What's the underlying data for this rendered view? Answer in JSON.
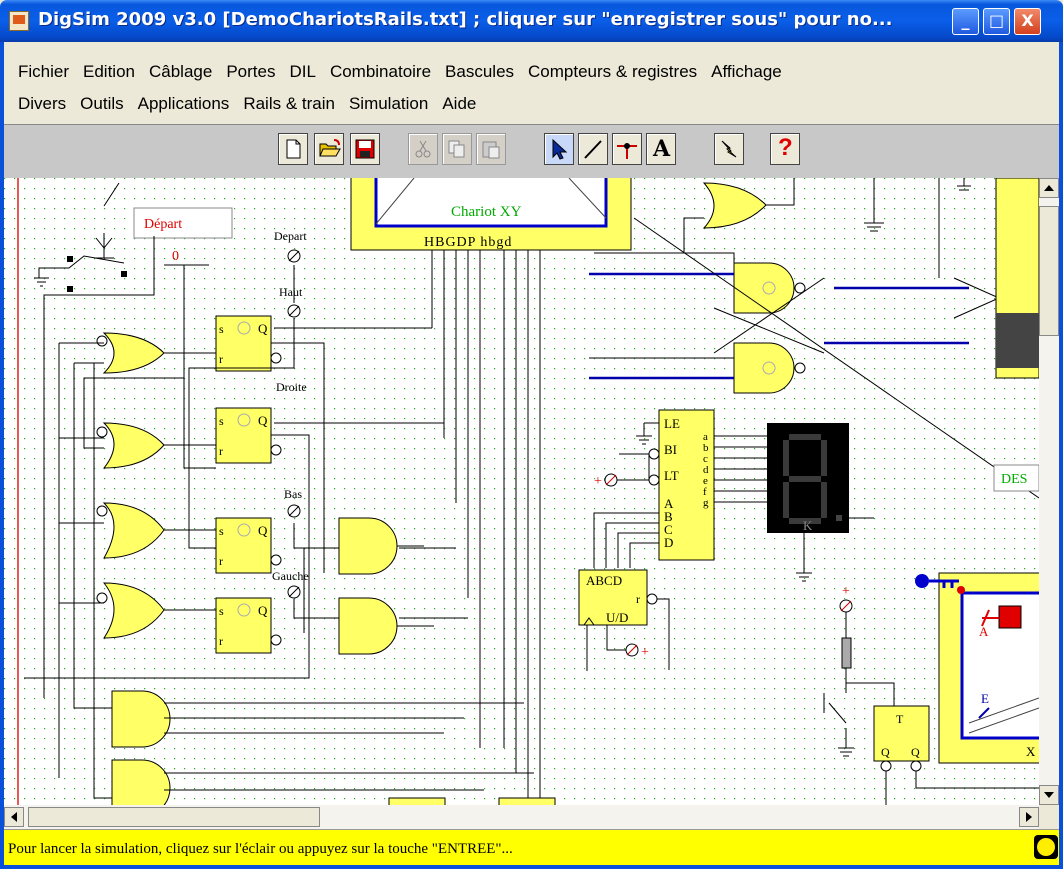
{
  "window": {
    "title": "DigSim 2009 v3.0 [DemoChariotsRails.txt] ;  cliquer sur \"enregistrer sous\" pour no...",
    "buttons": [
      "_",
      "□",
      "X"
    ]
  },
  "menu": {
    "row1": [
      "Fichier",
      "Edition",
      "Câblage",
      "Portes",
      "DIL",
      "Combinatoire",
      "Bascules",
      "Compteurs & registres",
      "Affichage"
    ],
    "row2": [
      "Divers",
      "Outils",
      "Applications",
      "Rails & train",
      "Simulation",
      "Aide"
    ]
  },
  "toolbar": {
    "tools": [
      "new-file-icon",
      "open-folder-icon",
      "save-icon",
      "cut-icon",
      "copy-icon",
      "paste-icon",
      "select-arrow-icon",
      "wire-icon",
      "junction-icon",
      "text-icon",
      "lightning-icon",
      "help-icon"
    ],
    "text_tool_label": "A",
    "help_label": "?"
  },
  "canvas": {
    "labels": {
      "depart_box": "Départ",
      "chariot": "Chariot XY",
      "chariot_pins": "HBGDP  hbgd",
      "zero": "0",
      "depart": "Depart",
      "haut": "Haut",
      "droite": "Droite",
      "bas": "Bas",
      "gauche": "Gauche",
      "des": "DES",
      "decoder_pins": [
        "LE",
        "BI",
        "LT",
        "A",
        "B",
        "C",
        "D"
      ],
      "decoder_outputs": [
        "a",
        "b",
        "c",
        "d",
        "e",
        "f",
        "g"
      ],
      "counter_top": "ABCD",
      "counter_ud": "U/D",
      "counter_r": "r",
      "display_k": "K",
      "ff_s": "s",
      "ff_r": "r",
      "ff_q": "Q",
      "plus": "+",
      "label_a": "A",
      "label_e": "E",
      "label_x": "X",
      "label_t": "T"
    }
  },
  "status": {
    "message": "Pour lancer la simulation, cliquez sur l'éclair ou appuyez sur la touche \"ENTREE\"..."
  },
  "colors": {
    "gate_fill": "#ffff66",
    "wire": "#000000",
    "title_bar": "#0a5ee8",
    "status_bg": "#ffff00"
  }
}
